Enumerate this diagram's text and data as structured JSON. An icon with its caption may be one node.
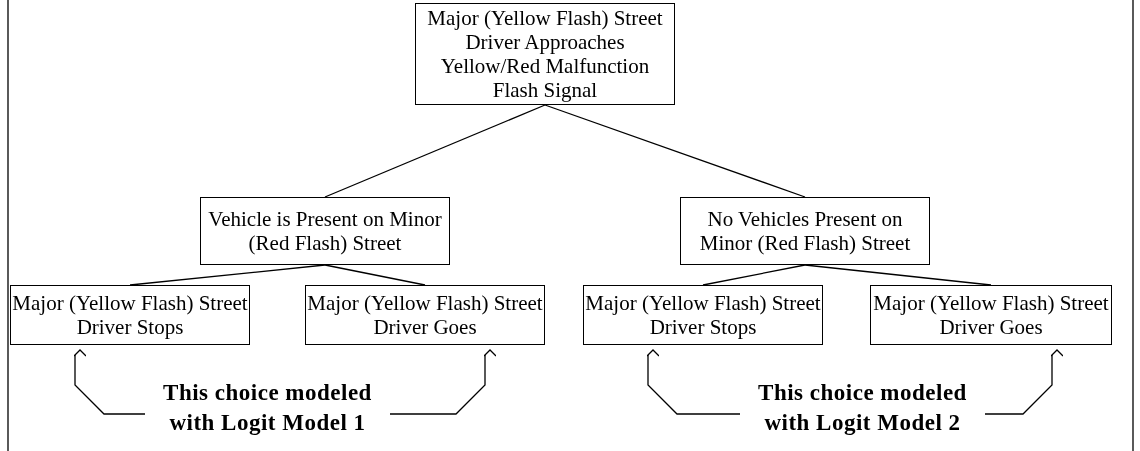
{
  "diagram": {
    "nodes": [
      {
        "text": [
          "Major (Yellow Flash) Street Driver Approaches Yellow/Red Malfunction Flash Signal"
        ]
      },
      {
        "text": [
          "Vehicle is Present on Minor (Red Flash) Street"
        ]
      },
      {
        "text": [
          "No Vehicles Present on Minor (Red Flash) Street"
        ]
      },
      {
        "text": [
          "Major (Yellow Flash) Street Driver Stops"
        ]
      },
      {
        "text": [
          "Major (Yellow Flash) Street Driver Goes"
        ]
      },
      {
        "text": [
          "Major (Yellow Flash) Street Driver Stops"
        ]
      },
      {
        "text": [
          "Major (Yellow Flash) Street Driver Goes"
        ]
      },
      {
        "text": [
          "This choice modeled with Logit Model 1"
        ]
      },
      {
        "text": [
          "This choice modeled with Logit Model 2"
        ]
      }
    ],
    "edges": [
      {
        "from": 0,
        "to": 1,
        "arrow": "none"
      },
      {
        "from": 0,
        "to": 2,
        "arrow": "none"
      },
      {
        "from": 1,
        "to": 3,
        "arrow": "none"
      },
      {
        "from": 1,
        "to": 4,
        "arrow": "none"
      },
      {
        "from": 2,
        "to": 5,
        "arrow": "none"
      },
      {
        "from": 2,
        "to": 6,
        "arrow": "none"
      },
      {
        "from": 7,
        "to": 3,
        "arrow": "to"
      },
      {
        "from": 7,
        "to": 4,
        "arrow": "to"
      },
      {
        "from": 8,
        "to": 5,
        "arrow": "to"
      },
      {
        "from": 8,
        "to": 6,
        "arrow": "to"
      }
    ]
  }
}
